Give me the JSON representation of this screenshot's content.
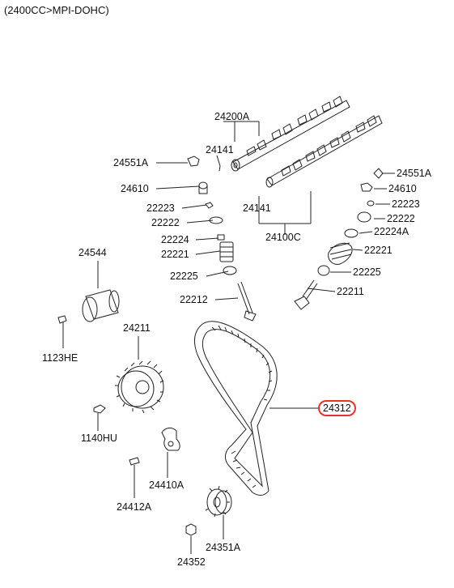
{
  "header": "(2400CC>MPI-DOHC)",
  "highlight_color": "#e8332a",
  "labels": {
    "p24200A": "24200A",
    "p24141_a": "24141",
    "p24551A_l": "24551A",
    "p24610_l": "24610",
    "p22223_l": "22223",
    "p22222_l": "22222",
    "p22224_l": "22224",
    "p22221_l": "22221",
    "p22225_l": "22225",
    "p22212": "22212",
    "p24141_b": "24141",
    "p24100C": "24100C",
    "p24551A_r": "24551A",
    "p24610_r": "24610",
    "p22223_r": "22223",
    "p22222_r": "22222",
    "p22224A": "22224A",
    "p22221_r": "22221",
    "p22225_r": "22225",
    "p22211": "22211",
    "p24544": "24544",
    "p1123HE": "1123HE",
    "p24211": "24211",
    "p1140HU": "1140HU",
    "p24410A": "24410A",
    "p24412A": "24412A",
    "p24312": "24312",
    "p24351A": "24351A",
    "p24352": "24352"
  }
}
